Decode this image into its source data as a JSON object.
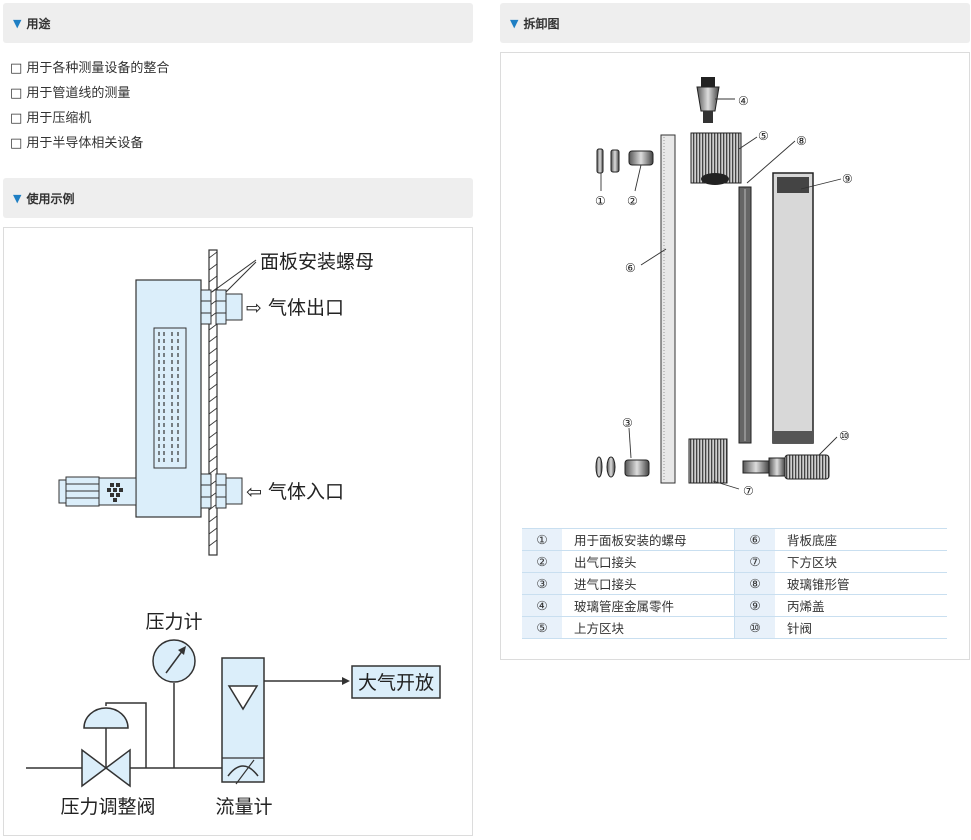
{
  "sections": {
    "uses": {
      "title": "用途"
    },
    "example": {
      "title": "使用示例"
    },
    "exploded": {
      "title": "拆卸图"
    }
  },
  "uses_list": [
    "□ 用于各种测量设备的整合",
    "□ 用于管道线的测量",
    "□ 用于压缩机",
    "□ 用于半导体相关设备"
  ],
  "diagram_top": {
    "nut_label": "面板安装螺母",
    "outlet_label": "⇨ 气体出口",
    "inlet_label": "⇦ 气体入口"
  },
  "diagram_bottom": {
    "gauge_label": "压力计",
    "atm_label": "大气开放",
    "regulator_label": "压力调整阀",
    "flowmeter_label": "流量计"
  },
  "exploded_callouts": [
    "①",
    "②",
    "③",
    "④",
    "⑤",
    "⑥",
    "⑦",
    "⑧",
    "⑨",
    "⑩"
  ],
  "parts": [
    {
      "n1": "①",
      "name1": "用于面板安装的螺母",
      "n2": "⑥",
      "name2": "背板底座"
    },
    {
      "n1": "②",
      "name1": "出气口接头",
      "n2": "⑦",
      "name2": "下方区块"
    },
    {
      "n1": "③",
      "name1": "进气口接头",
      "n2": "⑧",
      "name2": "玻璃锥形管"
    },
    {
      "n1": "④",
      "name1": "玻璃管座金属零件",
      "n2": "⑨",
      "name2": "丙烯盖"
    },
    {
      "n1": "⑤",
      "name1": "上方区块",
      "n2": "⑩",
      "name2": "针阀"
    }
  ],
  "colors": {
    "accent": "#1f7fc4",
    "header_bg": "#eeeeee",
    "diagram_fill": "#dbeefa",
    "table_num_bg": "#e8f1fa"
  }
}
